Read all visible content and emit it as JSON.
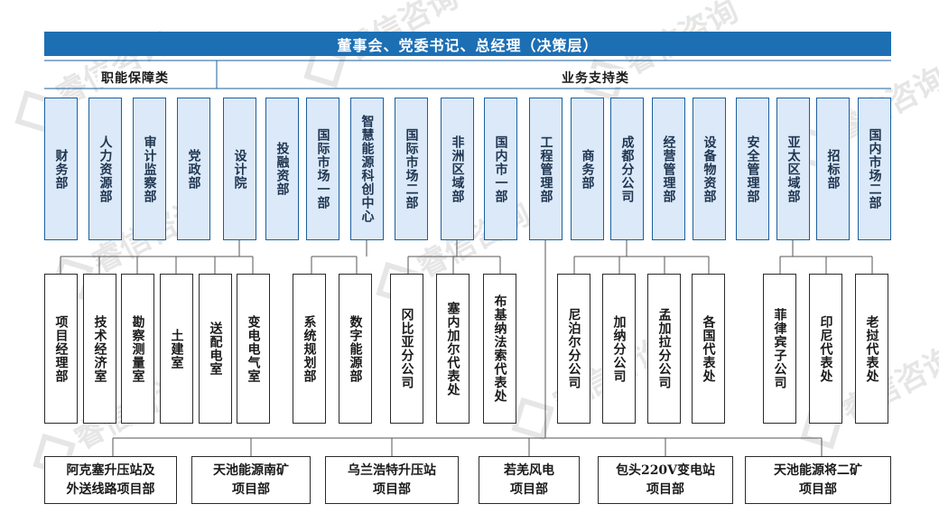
{
  "watermark": "睿信咨询",
  "top_box": "董事会、党委书记、总经理（决策层）",
  "categories": {
    "left": "职能保障类",
    "right": "业务支持类"
  },
  "departments": [
    {
      "id": "d1",
      "name": "财务部"
    },
    {
      "id": "d2",
      "name": "人力资源部"
    },
    {
      "id": "d3",
      "name": "审计监察部"
    },
    {
      "id": "d4",
      "name": "党政部"
    },
    {
      "id": "d5",
      "name": "设计院"
    },
    {
      "id": "d6",
      "name": "投融资部"
    },
    {
      "id": "d7",
      "name": "国际市场一部"
    },
    {
      "id": "d8",
      "name": "智慧能源科创中心"
    },
    {
      "id": "d9",
      "name": "国际市场二部"
    },
    {
      "id": "d10",
      "name": "非洲区域部"
    },
    {
      "id": "d11",
      "name": "国内市一部"
    },
    {
      "id": "d12",
      "name": "工程管理部"
    },
    {
      "id": "d13",
      "name": "商务部"
    },
    {
      "id": "d14",
      "name": "成都分公司"
    },
    {
      "id": "d15",
      "name": "经营管理部"
    },
    {
      "id": "d16",
      "name": "设备物资部"
    },
    {
      "id": "d17",
      "name": "安全管理部"
    },
    {
      "id": "d18",
      "name": "亚太区域部"
    },
    {
      "id": "d19",
      "name": "招标部"
    },
    {
      "id": "d20",
      "name": "国内市场二部"
    }
  ],
  "sub_units": [
    {
      "id": "s1",
      "name": "项目经理部"
    },
    {
      "id": "s2",
      "name": "技术经济室"
    },
    {
      "id": "s3",
      "name": "勘察测量室"
    },
    {
      "id": "s4",
      "name": "土建室"
    },
    {
      "id": "s5",
      "name": "送配电室"
    },
    {
      "id": "s6",
      "name": "变电电气室"
    },
    {
      "id": "s7",
      "name": "系统规划部"
    },
    {
      "id": "s8",
      "name": "数字能源部"
    },
    {
      "id": "s9",
      "name": "冈比亚分公司"
    },
    {
      "id": "s10",
      "name": "塞内加尔代表处"
    },
    {
      "id": "s11",
      "name": "布基纳法索代表处"
    },
    {
      "id": "s12",
      "name": "尼泊尔分公司"
    },
    {
      "id": "s13",
      "name": "加纳分公司"
    },
    {
      "id": "s14",
      "name": "孟加拉分公司"
    },
    {
      "id": "s15",
      "name": "各国代表处"
    },
    {
      "id": "s16",
      "name": "菲律宾子公司"
    },
    {
      "id": "s17",
      "name": "印尼代表处"
    },
    {
      "id": "s18",
      "name": "老挝代表处"
    }
  ],
  "projects": [
    {
      "id": "p1",
      "line1": "阿克塞升压站及",
      "line2": "外送线路项目部"
    },
    {
      "id": "p2",
      "line1": "天池能源南矿",
      "line2": "项目部"
    },
    {
      "id": "p3",
      "line1": "乌兰浩特升压站",
      "line2": "项目部"
    },
    {
      "id": "p4",
      "line1": "若羌风电",
      "line2": "项目部"
    },
    {
      "id": "p5",
      "line1": "包头220V变电站",
      "line2": "项目部"
    },
    {
      "id": "p6",
      "line1": "天池能源将二矿",
      "line2": "项目部"
    }
  ],
  "colors": {
    "header": "#1d6fb4",
    "dept_fill": "#dbe9f9",
    "dept_border": "#1d5f9c",
    "line": "#1d5f9c"
  }
}
